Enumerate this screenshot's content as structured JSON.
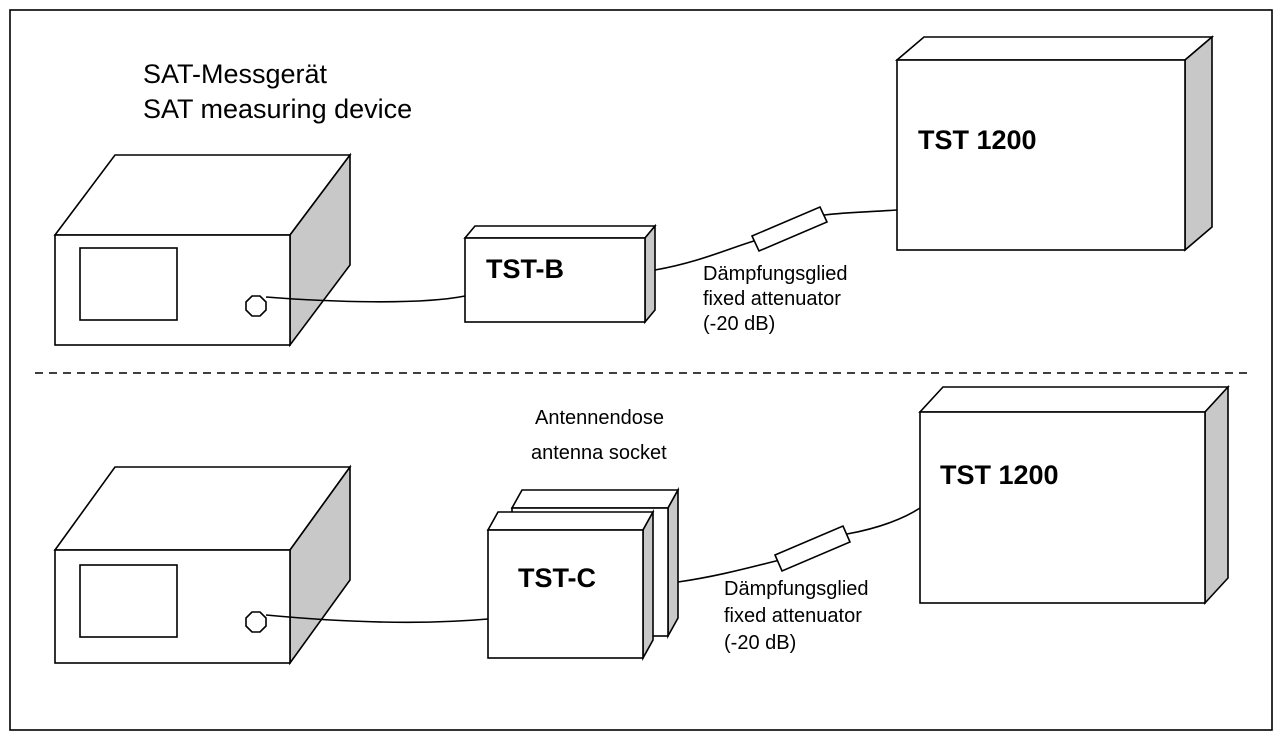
{
  "top": {
    "device_title_de": "SAT-Messgerät",
    "device_title_en": "SAT measuring device",
    "tst_b_label": "TST-B",
    "tst1200_label": "TST 1200",
    "attenuator_de": "Dämpfungsglied",
    "attenuator_en": "fixed attenuator",
    "attenuator_value": "(-20 dB)"
  },
  "bottom": {
    "socket_de": "Antennendose",
    "socket_en": "antenna socket",
    "tst_c_label": "TST-C",
    "tst1200_label": "TST 1200",
    "attenuator_de": "Dämpfungsglied",
    "attenuator_en": "fixed attenuator",
    "attenuator_value": "(-20 dB)"
  },
  "colors": {
    "side_fill": "#c8c8c8",
    "line": "#000000"
  }
}
